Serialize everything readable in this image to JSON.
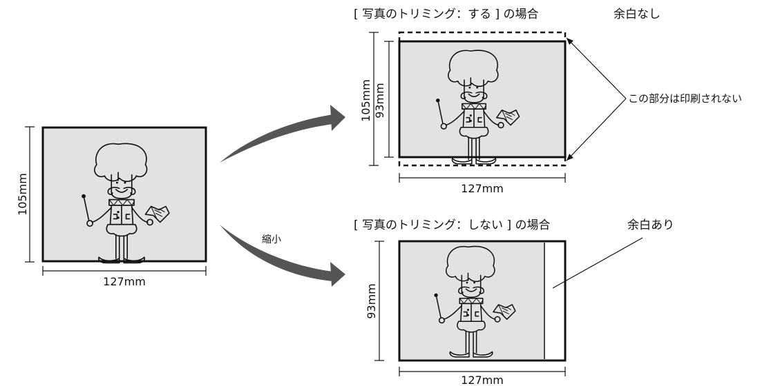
{
  "source": {
    "height_label": "105mm",
    "width_label": "127mm"
  },
  "trim_on": {
    "heading": "[ 写真のトリミング：する ] の場合",
    "margin_note": "余白なし",
    "outer_height_label": "105mm",
    "inner_height_label": "93mm",
    "width_label": "127mm",
    "callout": "この部分は印刷されない"
  },
  "trim_off": {
    "heading": "[ 写真のトリミング：しない ] の場合",
    "margin_note": "余白あり",
    "height_label": "93mm",
    "width_label": "127mm"
  },
  "arrow_label": "縮小"
}
